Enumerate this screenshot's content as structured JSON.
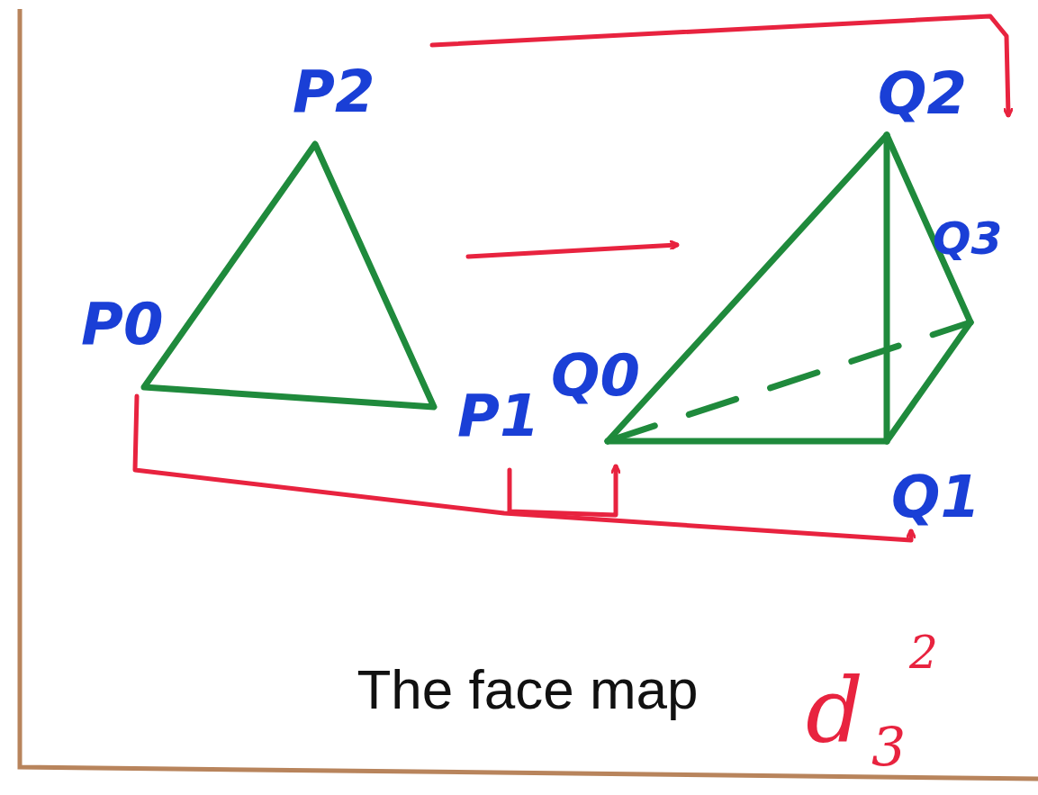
{
  "diagram": {
    "caption": "The face map",
    "labels": [
      "P2",
      "P0",
      "P1",
      "Q0",
      "Q2",
      "Q3",
      "Q1",
      "d",
      "2",
      "3"
    ]
  }
}
